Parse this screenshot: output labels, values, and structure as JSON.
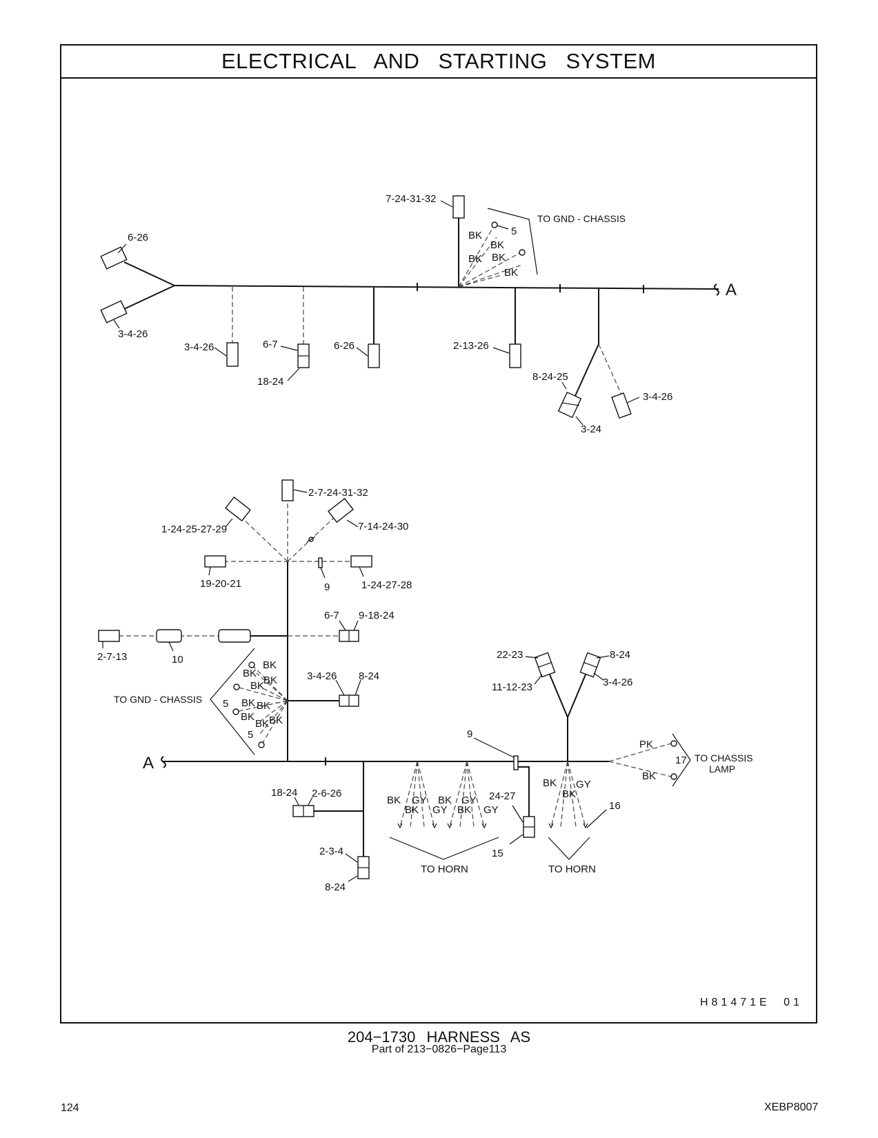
{
  "title": "ELECTRICAL AND STARTING SYSTEM",
  "drawing_number": "H81471E 01",
  "caption": {
    "title": "204−1730 HARNESS AS",
    "subtitle": "Part of 213−0826−Page113"
  },
  "footer": {
    "page_number": "124",
    "doc_code": "XEBP8007"
  },
  "upper_harness": {
    "junction_label": "A",
    "labels": {
      "ground_callout": "TO GND - CHASSIS",
      "ground_wire_1": "BK",
      "ground_wire_2": "BK",
      "ground_wire_3": "BK",
      "ground_wire_4": "BK",
      "ground_wire_5": "BK",
      "ground_item": "5",
      "top_connector": "7-24-31-32",
      "left_upper_connector": "6-26",
      "left_lower_connector": "3-4-26",
      "branch_1_connector": "3-4-26",
      "branch_2_connector_upper": "6-7",
      "branch_2_connector_lower": "18-24",
      "branch_3_connector": "6-26",
      "branch_4_connector": "2-13-26",
      "fork_connector_1": "8-24-25",
      "fork_connector_1_lower": "3-24",
      "fork_connector_2": "3-4-26"
    }
  },
  "lower_harness": {
    "junction_label": "A",
    "labels": {
      "top_connector": "2-7-24-31-32",
      "upper_left_connector": "1-24-25-27-29",
      "upper_right_connector": "7-14-24-30",
      "mid_left_connector": "19-20-21",
      "mid_item": "9",
      "mid_right_connector": "1-24-27-28",
      "pair_connector_left": "6-7",
      "pair_connector_right": "9-18-24",
      "far_left_connector": "2-7-13",
      "inline_item": "10",
      "ground_callout": "TO GND - CHASSIS",
      "ground_item_upper": "5",
      "ground_item_lower": "5",
      "gw_1": "BK",
      "gw_2": "BK",
      "gw_3": "BK",
      "gw_4": "BK",
      "gw_5": "BK",
      "gw_6": "BK",
      "gw_7": "BK",
      "gw_8": "BK",
      "gw_9": "BK",
      "side_connector_left": "3-4-26",
      "side_connector_right": "8-24",
      "y_connector_upper_left": "22-23",
      "y_connector_lower_left": "11-12-23",
      "y_connector_upper_right": "8-24",
      "y_connector_lower_right": "3-4-26",
      "clip_item": "9",
      "chassis_lamp_wire_1": "PK",
      "chassis_lamp_wire_2": "BK",
      "chassis_lamp_item": "17",
      "chassis_lamp_callout_1": "TO CHASSIS",
      "chassis_lamp_callout_2": "LAMP",
      "drop_connector_left": "18-24",
      "drop_connector_right": "2-6-26",
      "drop_connector_mid": "2-3-4",
      "drop_connector_bottom": "8-24",
      "horn_wire_1": "BK",
      "horn_wire_2": "GY",
      "horn_wire_3": "BK",
      "horn_wire_4": "GY",
      "horn_wire_5": "BK",
      "horn_wire_6": "GY",
      "horn_wire_7": "BK",
      "horn_wire_8": "GY",
      "horn_callout_1": "TO HORN",
      "relay_connector": "24-27",
      "relay_item": "15",
      "horn2_wire_1": "BK",
      "horn2_wire_2": "GY",
      "horn2_wire_3": "BK",
      "horn2_item": "16",
      "horn_callout_2": "TO HORN"
    }
  }
}
